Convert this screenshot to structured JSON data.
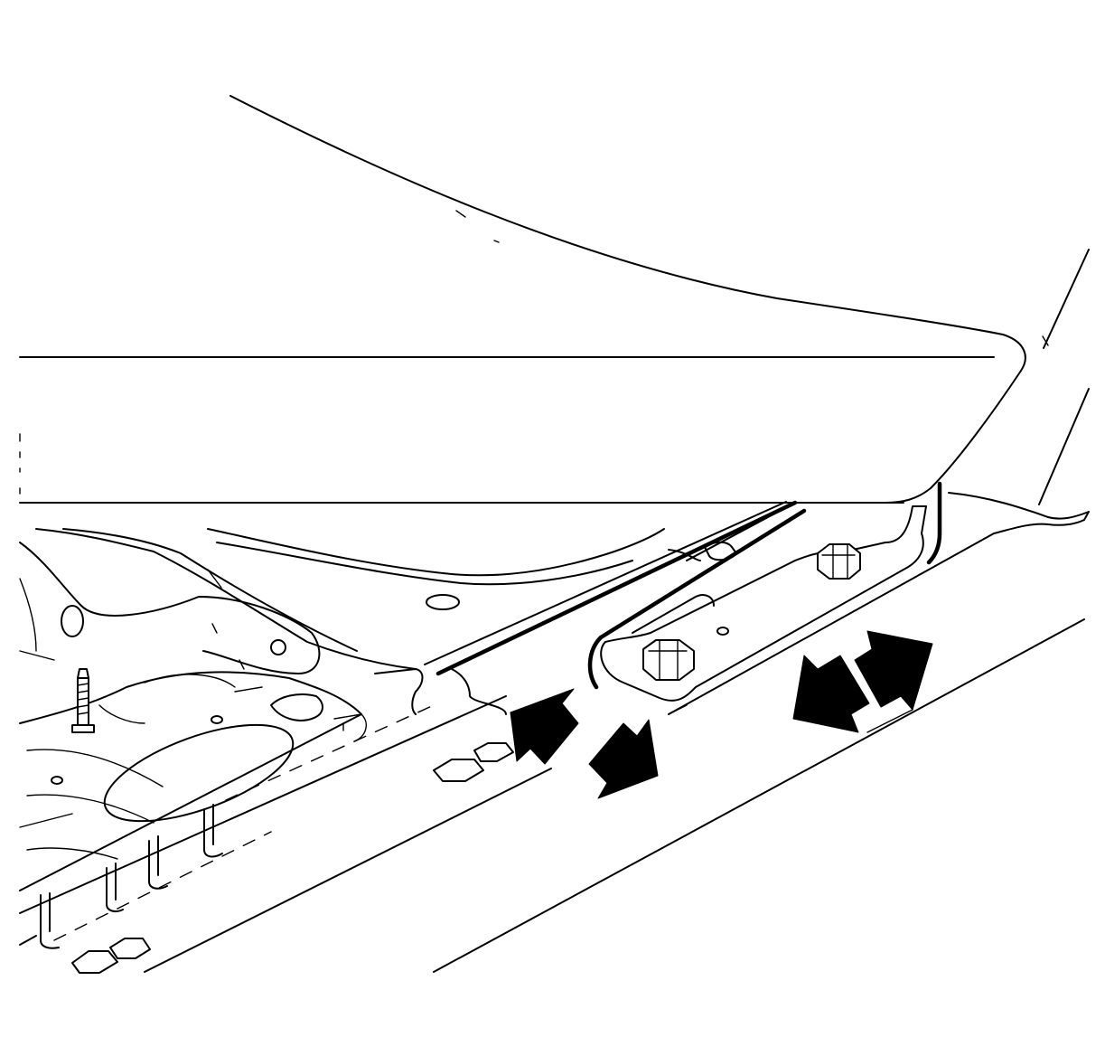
{
  "diagram": {
    "subject": "seat-track-mounting-illustration",
    "line_color": "#000000",
    "background_color": "#ffffff",
    "arrow_count": 4,
    "bolt_count": 2,
    "arrows": [
      {
        "name": "arrow-1",
        "direction": "up-right"
      },
      {
        "name": "arrow-2",
        "direction": "down-right"
      },
      {
        "name": "arrow-3",
        "direction": "down-left"
      },
      {
        "name": "arrow-4",
        "direction": "up-right"
      }
    ]
  }
}
